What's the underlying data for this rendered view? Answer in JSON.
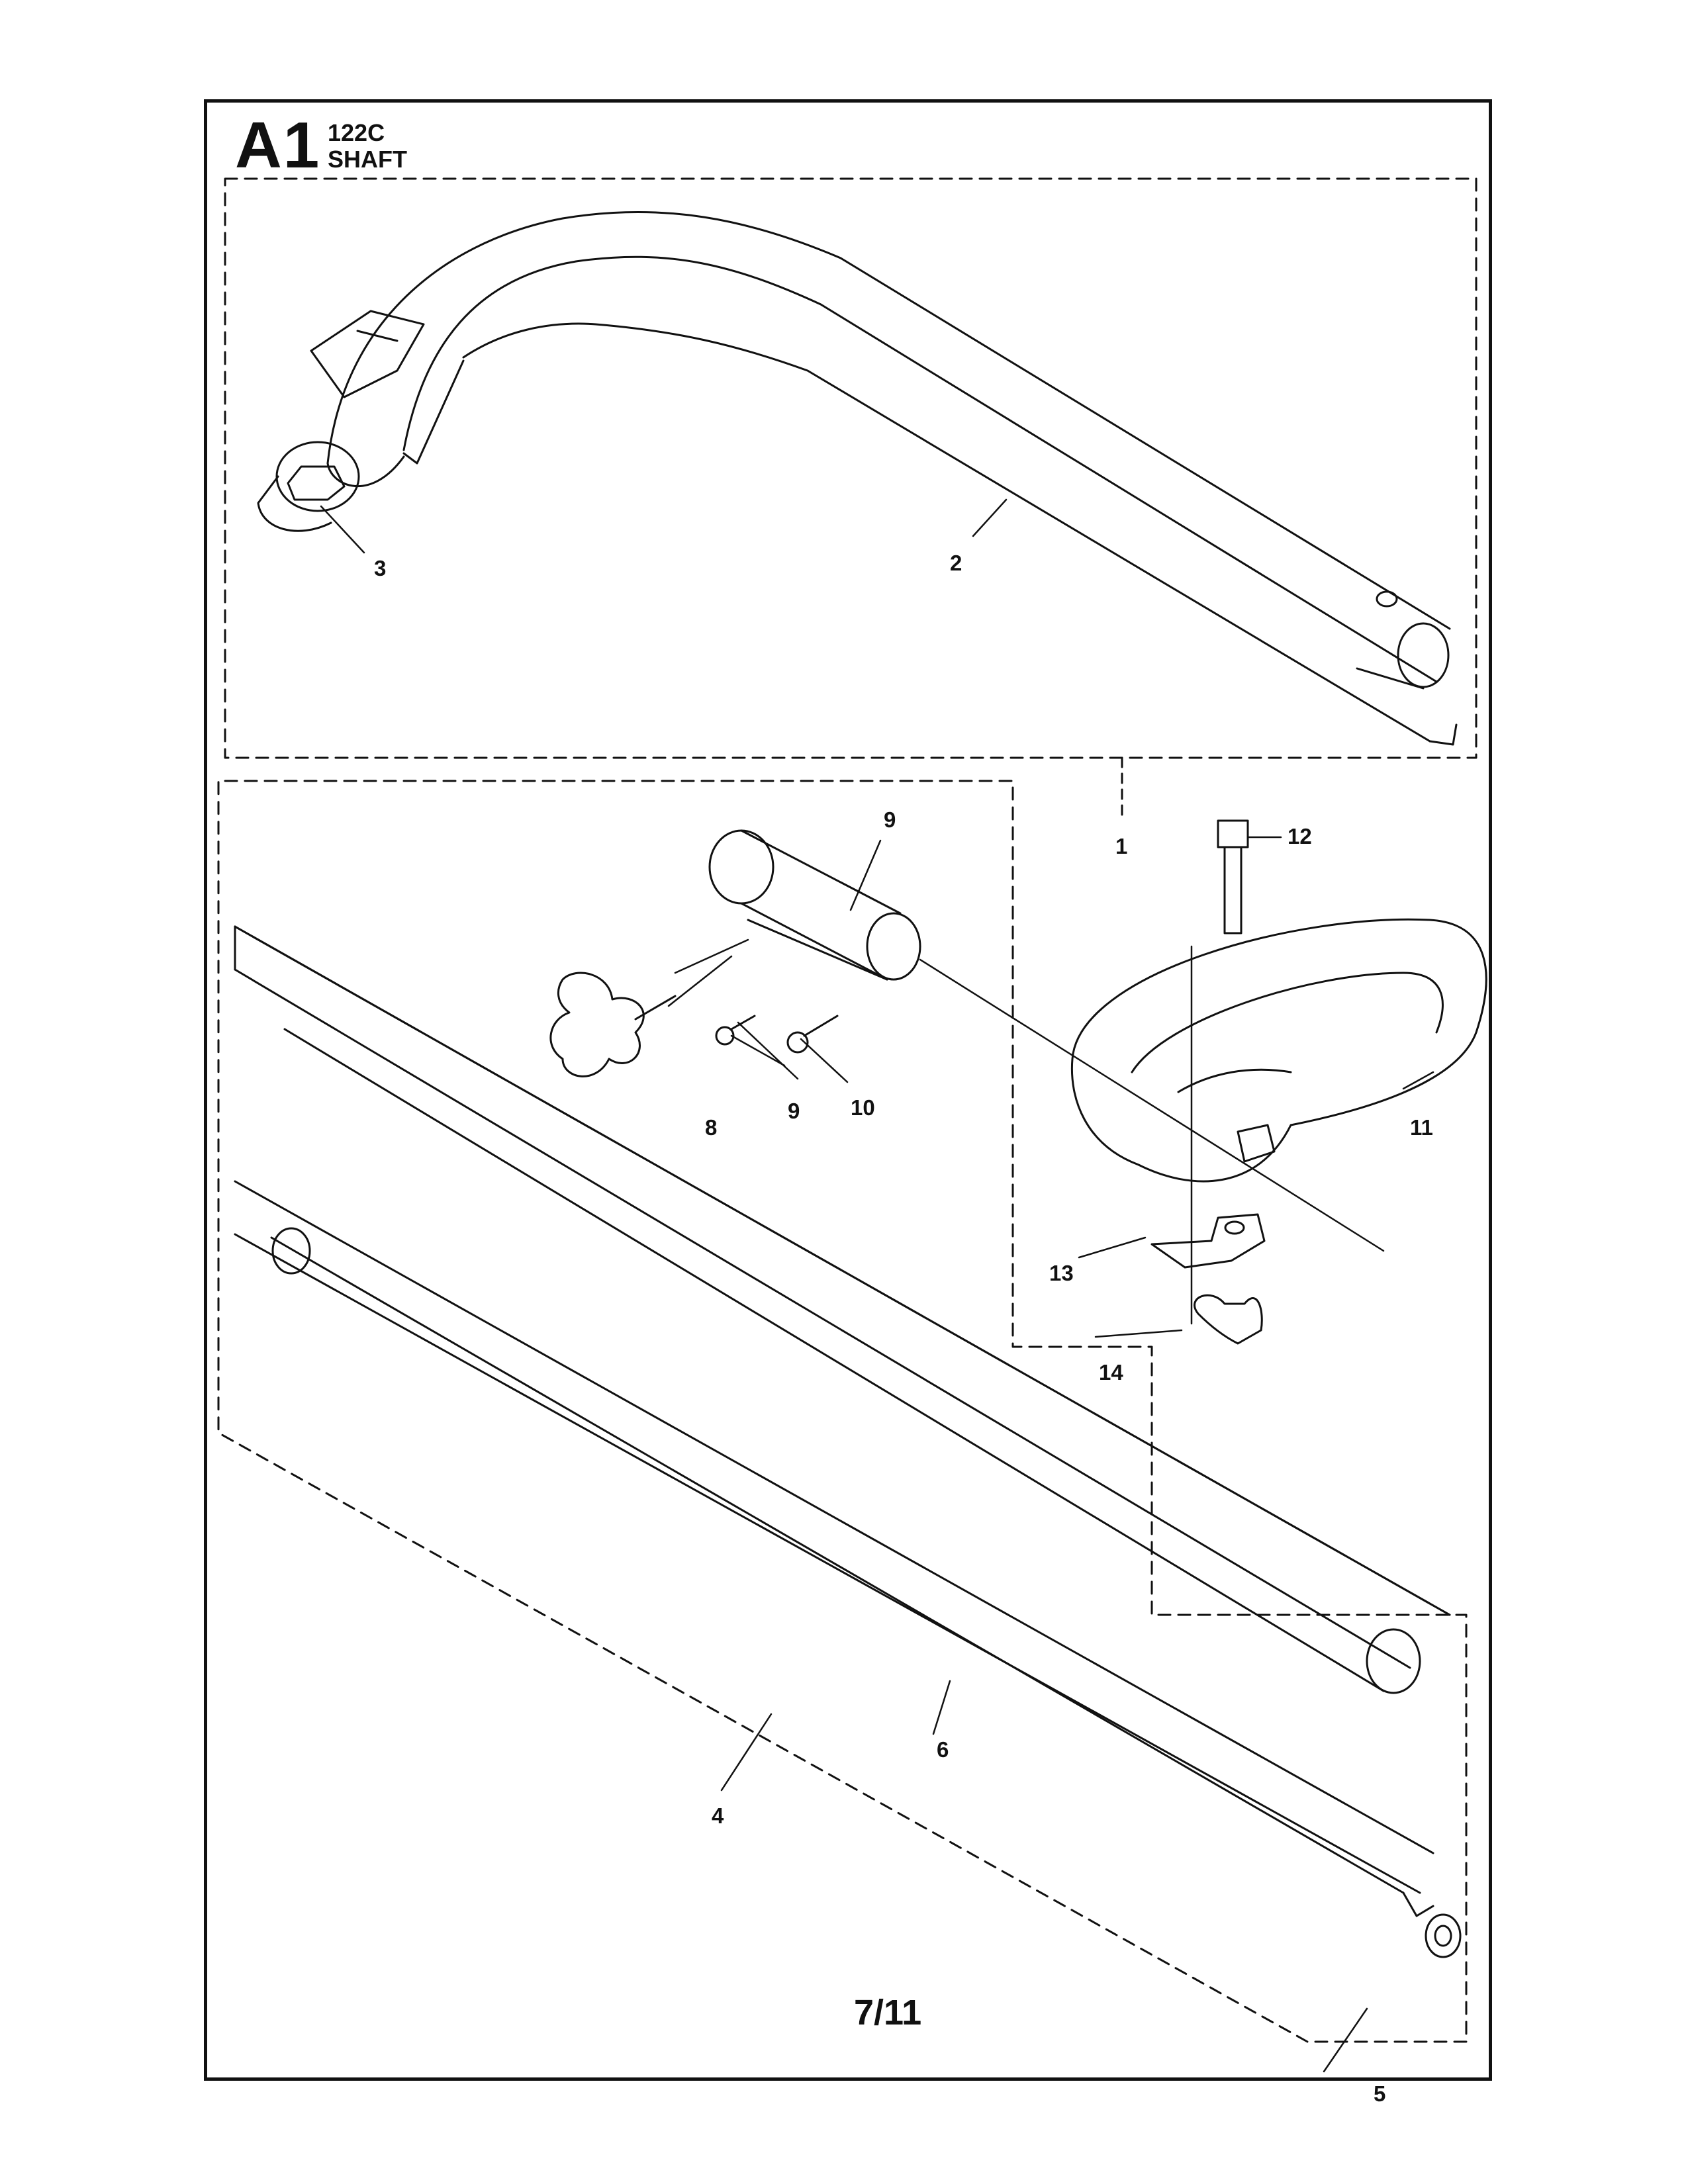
{
  "header": {
    "code": "A1",
    "model": "122C",
    "subtitle": "SHAFT"
  },
  "footer": {
    "page_number": "7/11"
  },
  "callouts": [
    {
      "id": "c1",
      "label": "1"
    },
    {
      "id": "c2",
      "label": "2"
    },
    {
      "id": "c3",
      "label": "3"
    },
    {
      "id": "c4",
      "label": "4"
    },
    {
      "id": "c5",
      "label": "5"
    },
    {
      "id": "c6",
      "label": "6"
    },
    {
      "id": "c8",
      "label": "8"
    },
    {
      "id": "c9a",
      "label": "9"
    },
    {
      "id": "c9b",
      "label": "9"
    },
    {
      "id": "c10",
      "label": "10"
    },
    {
      "id": "c11",
      "label": "11"
    },
    {
      "id": "c12",
      "label": "12"
    },
    {
      "id": "c13",
      "label": "13"
    },
    {
      "id": "c14",
      "label": "14"
    }
  ],
  "colors": {
    "line": "#111111",
    "background": "#ffffff"
  }
}
